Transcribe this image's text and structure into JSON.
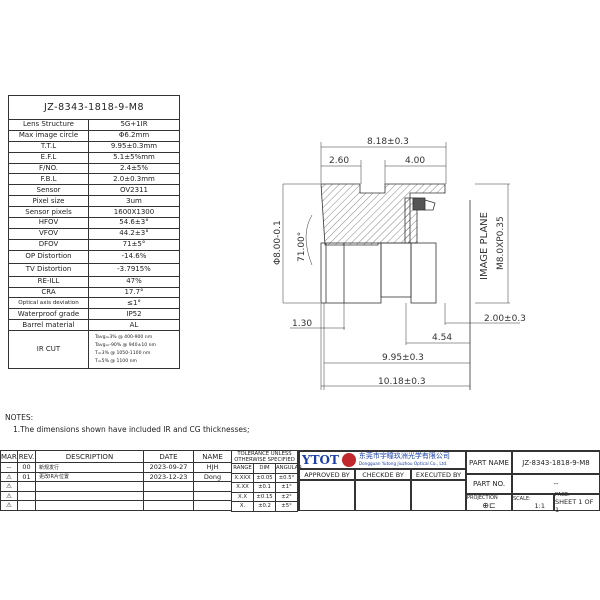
{
  "spec": {
    "title": "JZ-8343-1818-9-M8",
    "rows": [
      [
        "Lens Structure",
        "5G+1IR"
      ],
      [
        "Max image circle",
        "Φ6.2mm"
      ],
      [
        "T.T.L",
        "9.95±0.3mm"
      ],
      [
        "E.F.L",
        "5.1±5%mm"
      ],
      [
        "F/NO.",
        "2.4±5%"
      ],
      [
        "F.B.L",
        "2.0±0.3mm"
      ],
      [
        "Sensor",
        "OV2311"
      ],
      [
        "Pixel size",
        "3um"
      ],
      [
        "Sensor pixels",
        "1600X1300"
      ],
      [
        "HFOV",
        "54.6±3°"
      ],
      [
        "VFOV",
        "44.2±3°"
      ],
      [
        "DFOV",
        "71±5°"
      ],
      [
        "OP Distortion",
        "-14.6%"
      ],
      [
        "TV Distortion",
        "-3.7915%"
      ],
      [
        "RE-ILL",
        "47%"
      ],
      [
        "CRA",
        "17.7°"
      ],
      [
        "Optical axis deviation",
        "≤1°"
      ],
      [
        "Waterproof grade",
        "IP52"
      ],
      [
        "Barrel material",
        "AL"
      ]
    ],
    "ir_label": "IR CUT",
    "ir_lines": [
      "Tavg=3%      @ 400-900 nm",
      "Tavg=-90%  @ 940±10 nm",
      "T=3%          @ 1050-1100 nm",
      "T=5%          @ 1100 nm"
    ]
  },
  "drawing": {
    "d_total": "8.18±0.3",
    "d_left": "2.60",
    "d_right": "4.00",
    "diameter": "Φ8.00-0.1",
    "angle": "71.00°",
    "image_plane": "IMAGE PLANE",
    "thread": "M8.0XP0.35",
    "d_130": "1.30",
    "d_454": "4.54",
    "d_fbl": "2.00±0.3",
    "d_ttl": "9.95±0.3",
    "d_overall": "10.18±0.3"
  },
  "notes": {
    "title": "NOTES:",
    "items": [
      "1.The dimensions shown have included IR and CG thicknesses;"
    ]
  },
  "revisions": {
    "headers": [
      "MARK",
      "REV.",
      "DESCRIPTION",
      "DATE",
      "NAME"
    ],
    "rows": [
      [
        "--",
        "00",
        "新规发行",
        "2023-09-27",
        "HJH"
      ],
      [
        "⚠",
        "01",
        "更改IR片位置",
        "2023-12-23",
        "Dong"
      ],
      [
        "⚠",
        "",
        "",
        "",
        ""
      ],
      [
        "⚠",
        "",
        "",
        "",
        ""
      ],
      [
        "⚠",
        "",
        "",
        "",
        ""
      ]
    ]
  },
  "tolerance": {
    "title1": "TOLERANCE UNLESS",
    "title2": "OTHERWISE SPECIFIED",
    "headers": [
      "RANGE",
      "DIM",
      "ANGULAR"
    ],
    "rows": [
      [
        "X.XXX",
        "±0.05",
        "±0.5°"
      ],
      [
        "X.XX",
        "±0.1",
        "±1°"
      ],
      [
        "X.X",
        "±0.15",
        "±2°"
      ],
      [
        "X.",
        "±0.2",
        "±5°"
      ]
    ]
  },
  "company": {
    "logo": "YTOT",
    "name_cn": "东莞市宇瞳玖洲光学有限公司",
    "name_en": "Dongguan Yutong Jiuzhou Optical Co., Ltd."
  },
  "titleblock": {
    "approved": "APPROVED BY",
    "checked": "CHECKDE BY",
    "executed": "EXECUTED BY",
    "part_name_label": "PART NAME",
    "part_name": "JZ-8343-1818-9-M8",
    "part_no_label": "PART NO.",
    "part_no": "--",
    "projection": "PROJECTION",
    "scale_label": "SCALE:",
    "scale": "1:1",
    "page_label": "PAGE:",
    "page": "SHEET 1 OF 1"
  },
  "colors": {
    "logo_blue": "#1a3fa8",
    "logo_red": "#c0282d"
  }
}
